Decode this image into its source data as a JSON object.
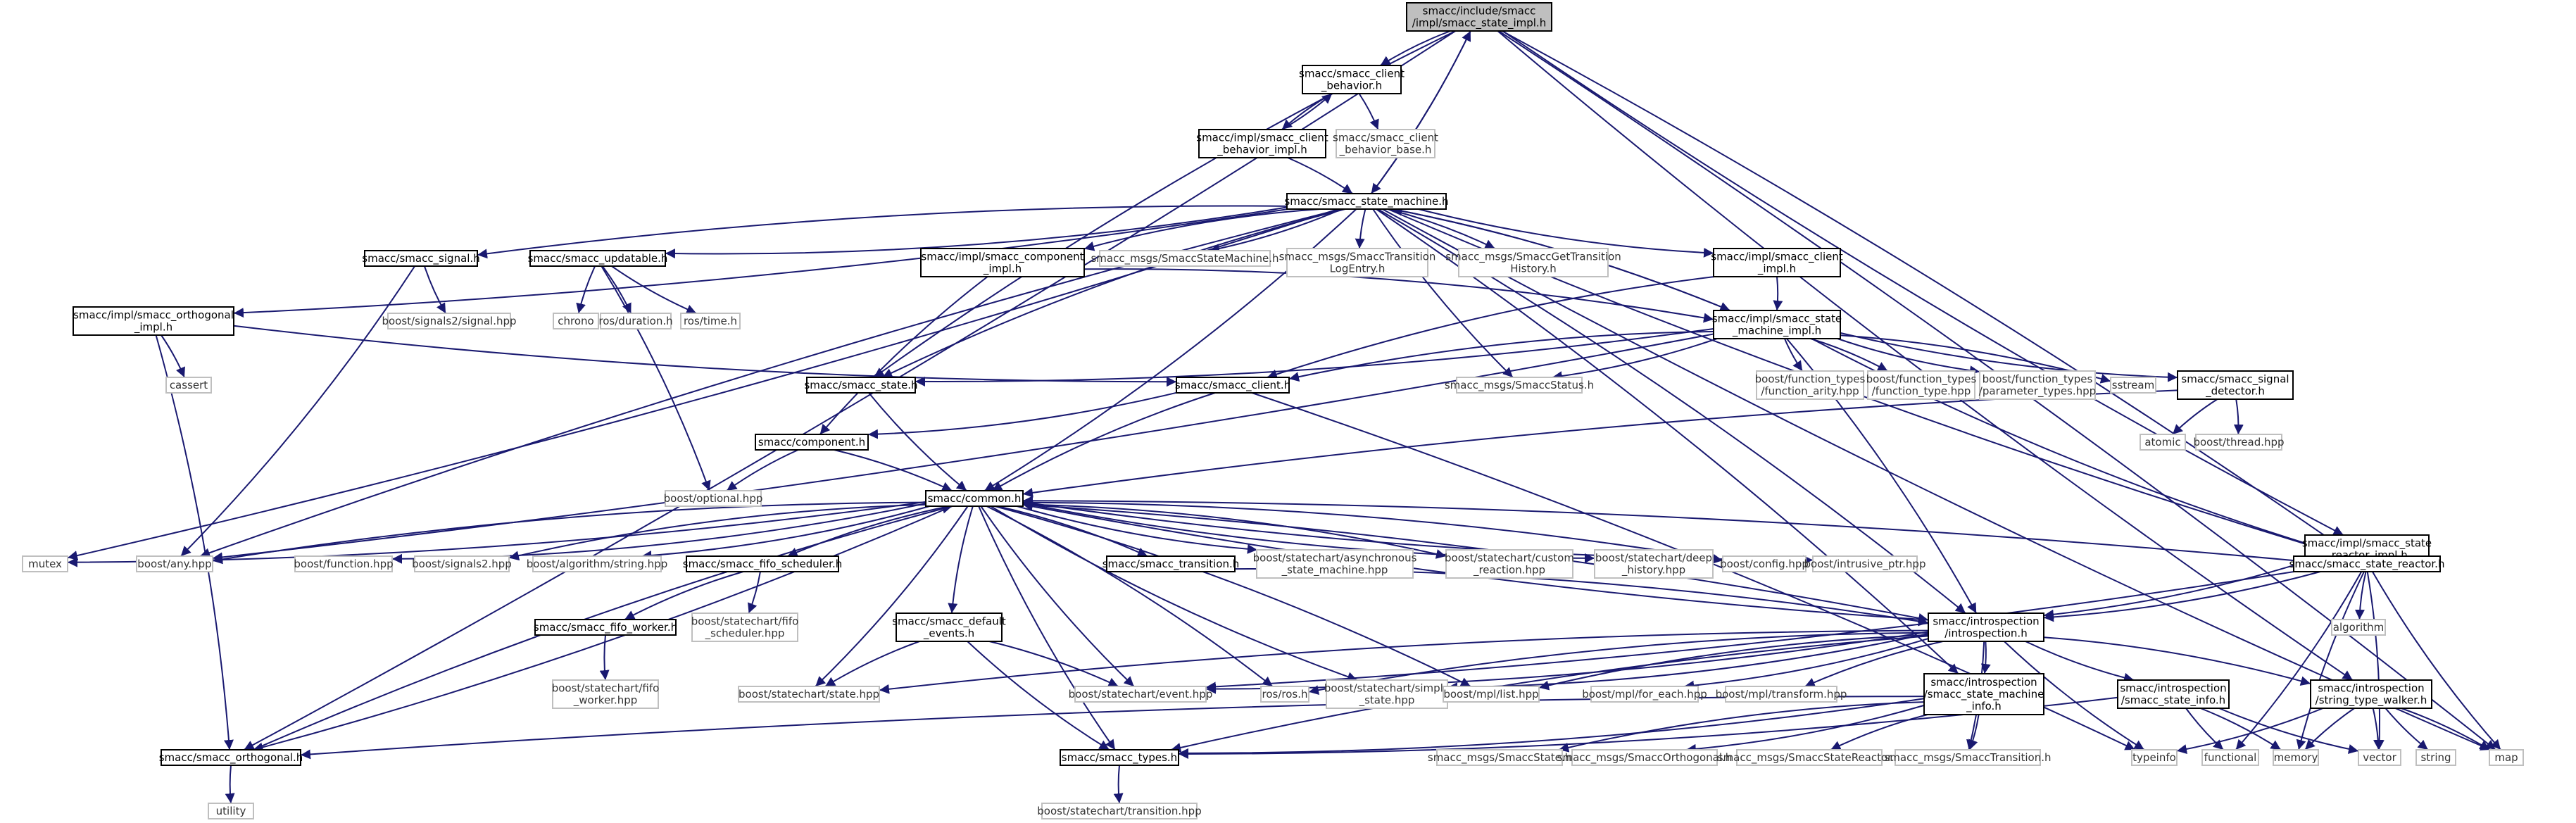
{
  "title": "smacc/include/smacc/impl/smacc_state_impl.h",
  "nodes": [
    {
      "id": "root",
      "lines": [
        "smacc/include/smacc",
        "/impl/smacc_state_impl.h"
      ],
      "kind": "root"
    },
    {
      "id": "client_behavior",
      "lines": [
        "smacc/smacc_client",
        "_behavior.h"
      ],
      "kind": "black"
    },
    {
      "id": "client_behavior_impl",
      "lines": [
        "smacc/impl/smacc_client",
        "_behavior_impl.h"
      ],
      "kind": "black"
    },
    {
      "id": "client_behavior_base",
      "lines": [
        "smacc/smacc_client",
        "_behavior_base.h"
      ],
      "kind": "gray"
    },
    {
      "id": "state_machine",
      "lines": [
        "smacc/smacc_state_machine.h"
      ],
      "kind": "black"
    },
    {
      "id": "orthogonal_impl",
      "lines": [
        "smacc/impl/smacc_orthogonal",
        "_impl.h"
      ],
      "kind": "black"
    },
    {
      "id": "signal",
      "lines": [
        "smacc/smacc_signal.h"
      ],
      "kind": "black"
    },
    {
      "id": "updatable",
      "lines": [
        "smacc/smacc_updatable.h"
      ],
      "kind": "black"
    },
    {
      "id": "component_impl",
      "lines": [
        "smacc/impl/smacc_component",
        "_impl.h"
      ],
      "kind": "black"
    },
    {
      "id": "msg_state_machine",
      "lines": [
        "smacc_msgs/SmaccStateMachine.h"
      ],
      "kind": "gray"
    },
    {
      "id": "msg_transition_log",
      "lines": [
        "smacc_msgs/SmaccTransition",
        "LogEntry.h"
      ],
      "kind": "gray"
    },
    {
      "id": "msg_get_transition",
      "lines": [
        "smacc_msgs/SmaccGetTransition",
        "History.h"
      ],
      "kind": "gray"
    },
    {
      "id": "client_impl",
      "lines": [
        "smacc/impl/smacc_client",
        "_impl.h"
      ],
      "kind": "black"
    },
    {
      "id": "cassert",
      "lines": [
        "cassert"
      ],
      "kind": "gray"
    },
    {
      "id": "signals2_signal",
      "lines": [
        "boost/signals2/signal.hpp"
      ],
      "kind": "gray"
    },
    {
      "id": "chrono",
      "lines": [
        "chrono"
      ],
      "kind": "gray"
    },
    {
      "id": "ros_duration",
      "lines": [
        "ros/duration.h"
      ],
      "kind": "gray"
    },
    {
      "id": "ros_time",
      "lines": [
        "ros/time.h"
      ],
      "kind": "gray"
    },
    {
      "id": "state_machine_impl",
      "lines": [
        "smacc/impl/smacc_state",
        "_machine_impl.h"
      ],
      "kind": "black"
    },
    {
      "id": "smacc_state",
      "lines": [
        "smacc/smacc_state.h"
      ],
      "kind": "black"
    },
    {
      "id": "smacc_client",
      "lines": [
        "smacc/smacc_client.h"
      ],
      "kind": "black"
    },
    {
      "id": "msg_status",
      "lines": [
        "smacc_msgs/SmaccStatus.h"
      ],
      "kind": "gray"
    },
    {
      "id": "ft_arity",
      "lines": [
        "boost/function_types",
        "/function_arity.hpp"
      ],
      "kind": "gray"
    },
    {
      "id": "ft_type",
      "lines": [
        "boost/function_types",
        "/function_type.hpp"
      ],
      "kind": "gray"
    },
    {
      "id": "ft_param",
      "lines": [
        "boost/function_types",
        "/parameter_types.hpp"
      ],
      "kind": "gray"
    },
    {
      "id": "sstream",
      "lines": [
        "sstream"
      ],
      "kind": "gray"
    },
    {
      "id": "signal_detector",
      "lines": [
        "smacc/smacc_signal",
        "_detector.h"
      ],
      "kind": "black"
    },
    {
      "id": "atomic",
      "lines": [
        "atomic"
      ],
      "kind": "gray"
    },
    {
      "id": "boost_thread",
      "lines": [
        "boost/thread.hpp"
      ],
      "kind": "gray"
    },
    {
      "id": "component",
      "lines": [
        "smacc/component.h"
      ],
      "kind": "black"
    },
    {
      "id": "boost_optional",
      "lines": [
        "boost/optional.hpp"
      ],
      "kind": "gray"
    },
    {
      "id": "common",
      "lines": [
        "smacc/common.h"
      ],
      "kind": "black"
    },
    {
      "id": "state_reactor_impl",
      "lines": [
        "smacc/impl/smacc_state",
        "_reactor_impl.h"
      ],
      "kind": "black"
    },
    {
      "id": "state_reactor",
      "lines": [
        "smacc/smacc_state_reactor.h"
      ],
      "kind": "black"
    },
    {
      "id": "mutex",
      "lines": [
        "mutex"
      ],
      "kind": "gray"
    },
    {
      "id": "boost_any",
      "lines": [
        "boost/any.hpp"
      ],
      "kind": "gray"
    },
    {
      "id": "boost_function",
      "lines": [
        "boost/function.hpp"
      ],
      "kind": "gray"
    },
    {
      "id": "boost_signals2",
      "lines": [
        "boost/signals2.hpp"
      ],
      "kind": "gray"
    },
    {
      "id": "boost_algo_string",
      "lines": [
        "boost/algorithm/string.hpp"
      ],
      "kind": "gray"
    },
    {
      "id": "fifo_scheduler",
      "lines": [
        "smacc/smacc_fifo_scheduler.h"
      ],
      "kind": "black"
    },
    {
      "id": "smacc_transition",
      "lines": [
        "smacc/smacc_transition.h"
      ],
      "kind": "black"
    },
    {
      "id": "sc_async",
      "lines": [
        "boost/statechart/asynchronous",
        "_state_machine.hpp"
      ],
      "kind": "gray"
    },
    {
      "id": "sc_custom",
      "lines": [
        "boost/statechart/custom",
        "_reaction.hpp"
      ],
      "kind": "gray"
    },
    {
      "id": "sc_deep",
      "lines": [
        "boost/statechart/deep",
        "_history.hpp"
      ],
      "kind": "gray"
    },
    {
      "id": "boost_config",
      "lines": [
        "boost/config.hpp"
      ],
      "kind": "gray"
    },
    {
      "id": "boost_intrusive",
      "lines": [
        "boost/intrusive_ptr.hpp"
      ],
      "kind": "gray"
    },
    {
      "id": "algorithm",
      "lines": [
        "algorithm"
      ],
      "kind": "gray"
    },
    {
      "id": "fifo_worker",
      "lines": [
        "smacc/smacc_fifo_worker.h"
      ],
      "kind": "black"
    },
    {
      "id": "sc_fifo_sched",
      "lines": [
        "boost/statechart/fifo",
        "_scheduler.hpp"
      ],
      "kind": "gray"
    },
    {
      "id": "default_events",
      "lines": [
        "smacc/smacc_default",
        "_events.h"
      ],
      "kind": "black"
    },
    {
      "id": "introspection",
      "lines": [
        "smacc/introspection",
        "/introspection.h"
      ],
      "kind": "black"
    },
    {
      "id": "sc_fifo_worker",
      "lines": [
        "boost/statechart/fifo",
        "_worker.hpp"
      ],
      "kind": "gray"
    },
    {
      "id": "sc_state",
      "lines": [
        "boost/statechart/state.hpp"
      ],
      "kind": "gray"
    },
    {
      "id": "sc_event",
      "lines": [
        "boost/statechart/event.hpp"
      ],
      "kind": "gray"
    },
    {
      "id": "ros_ros",
      "lines": [
        "ros/ros.h"
      ],
      "kind": "gray"
    },
    {
      "id": "sc_simple_state",
      "lines": [
        "boost/statechart/simple",
        "_state.hpp"
      ],
      "kind": "gray"
    },
    {
      "id": "mpl_list",
      "lines": [
        "boost/mpl/list.hpp"
      ],
      "kind": "gray"
    },
    {
      "id": "mpl_foreach",
      "lines": [
        "boost/mpl/for_each.hpp"
      ],
      "kind": "gray"
    },
    {
      "id": "mpl_transform",
      "lines": [
        "boost/mpl/transform.hpp"
      ],
      "kind": "gray"
    },
    {
      "id": "sm_info",
      "lines": [
        "smacc/introspection",
        "/smacc_state_machine",
        "_info.h"
      ],
      "kind": "black"
    },
    {
      "id": "state_info",
      "lines": [
        "smacc/introspection",
        "/smacc_state_info.h"
      ],
      "kind": "black"
    },
    {
      "id": "string_type_walker",
      "lines": [
        "smacc/introspection",
        "/string_type_walker.h"
      ],
      "kind": "black"
    },
    {
      "id": "smacc_orthogonal",
      "lines": [
        "smacc/smacc_orthogonal.h"
      ],
      "kind": "black"
    },
    {
      "id": "smacc_types",
      "lines": [
        "smacc/smacc_types.h"
      ],
      "kind": "black"
    },
    {
      "id": "msg_state",
      "lines": [
        "smacc_msgs/SmaccState.h"
      ],
      "kind": "gray"
    },
    {
      "id": "msg_orthogonal",
      "lines": [
        "smacc_msgs/SmaccOrthogonal.h"
      ],
      "kind": "gray"
    },
    {
      "id": "msg_state_reactor",
      "lines": [
        "smacc_msgs/SmaccStateReactor.h"
      ],
      "kind": "gray"
    },
    {
      "id": "msg_transition",
      "lines": [
        "smacc_msgs/SmaccTransition.h"
      ],
      "kind": "gray"
    },
    {
      "id": "typeinfo",
      "lines": [
        "typeinfo"
      ],
      "kind": "gray"
    },
    {
      "id": "functional",
      "lines": [
        "functional"
      ],
      "kind": "gray"
    },
    {
      "id": "memory",
      "lines": [
        "memory"
      ],
      "kind": "gray"
    },
    {
      "id": "vector",
      "lines": [
        "vector"
      ],
      "kind": "gray"
    },
    {
      "id": "string",
      "lines": [
        "string"
      ],
      "kind": "gray"
    },
    {
      "id": "map",
      "lines": [
        "map"
      ],
      "kind": "gray"
    },
    {
      "id": "utility",
      "lines": [
        "utility"
      ],
      "kind": "gray"
    },
    {
      "id": "sc_transition",
      "lines": [
        "boost/statechart/transition.hpp"
      ],
      "kind": "gray"
    }
  ],
  "edges": [
    [
      "root",
      "client_behavior"
    ],
    [
      "root",
      "state_machine"
    ],
    [
      "root",
      "smacc_state"
    ],
    [
      "root",
      "smacc_orthogonal"
    ],
    [
      "root",
      "state_reactor_impl"
    ],
    [
      "root",
      "state_reactor"
    ],
    [
      "root",
      "string_type_walker"
    ],
    [
      "root",
      "map"
    ],
    [
      "client_behavior",
      "client_behavior_impl"
    ],
    [
      "client_behavior",
      "client_behavior_base"
    ],
    [
      "client_behavior_impl",
      "client_behavior"
    ],
    [
      "client_behavior_impl",
      "state_machine"
    ],
    [
      "state_machine",
      "root"
    ],
    [
      "state_machine",
      "mutex"
    ],
    [
      "state_machine",
      "boost_any"
    ],
    [
      "state_machine",
      "orthogonal_impl"
    ],
    [
      "state_machine",
      "signal"
    ],
    [
      "state_machine",
      "updatable"
    ],
    [
      "state_machine",
      "component_impl"
    ],
    [
      "state_machine",
      "msg_state_machine"
    ],
    [
      "state_machine",
      "msg_transition_log"
    ],
    [
      "state_machine",
      "msg_get_transition"
    ],
    [
      "state_machine",
      "client_impl"
    ],
    [
      "state_machine",
      "state_machine_impl"
    ],
    [
      "state_machine",
      "smacc_state"
    ],
    [
      "state_machine",
      "common"
    ],
    [
      "state_machine",
      "msg_status"
    ],
    [
      "state_machine",
      "introspection"
    ],
    [
      "state_machine",
      "state_reactor"
    ],
    [
      "state_machine",
      "sm_info"
    ],
    [
      "state_machine",
      "map"
    ],
    [
      "orthogonal_impl",
      "cassert"
    ],
    [
      "orthogonal_impl",
      "smacc_client"
    ],
    [
      "orthogonal_impl",
      "smacc_orthogonal"
    ],
    [
      "signal",
      "signals2_signal"
    ],
    [
      "signal",
      "boost_any"
    ],
    [
      "updatable",
      "chrono"
    ],
    [
      "updatable",
      "ros_duration"
    ],
    [
      "updatable",
      "ros_time"
    ],
    [
      "updatable",
      "boost_optional"
    ],
    [
      "component_impl",
      "component"
    ],
    [
      "component_impl",
      "state_machine_impl"
    ],
    [
      "client_impl",
      "smacc_client"
    ],
    [
      "client_impl",
      "state_machine_impl"
    ],
    [
      "state_machine_impl",
      "state_machine"
    ],
    [
      "state_machine_impl",
      "smacc_state"
    ],
    [
      "state_machine_impl",
      "smacc_client"
    ],
    [
      "state_machine_impl",
      "msg_status"
    ],
    [
      "state_machine_impl",
      "ft_arity"
    ],
    [
      "state_machine_impl",
      "ft_type"
    ],
    [
      "state_machine_impl",
      "ft_param"
    ],
    [
      "state_machine_impl",
      "sstream"
    ],
    [
      "state_machine_impl",
      "signal_detector"
    ],
    [
      "state_machine_impl",
      "introspection"
    ],
    [
      "state_machine_impl",
      "state_reactor"
    ],
    [
      "state_machine_impl",
      "boost_any"
    ],
    [
      "smacc_state",
      "common"
    ],
    [
      "smacc_client",
      "component"
    ],
    [
      "smacc_client",
      "common"
    ],
    [
      "smacc_client",
      "typeinfo"
    ],
    [
      "signal_detector",
      "atomic"
    ],
    [
      "signal_detector",
      "boost_thread"
    ],
    [
      "signal_detector",
      "common"
    ],
    [
      "component",
      "common"
    ],
    [
      "component",
      "boost_optional"
    ],
    [
      "common",
      "mutex"
    ],
    [
      "common",
      "boost_any"
    ],
    [
      "common",
      "boost_function"
    ],
    [
      "common",
      "boost_signals2"
    ],
    [
      "common",
      "boost_algo_string"
    ],
    [
      "common",
      "fifo_scheduler"
    ],
    [
      "common",
      "smacc_transition"
    ],
    [
      "common",
      "sc_async"
    ],
    [
      "common",
      "sc_custom"
    ],
    [
      "common",
      "sc_deep"
    ],
    [
      "common",
      "boost_config"
    ],
    [
      "common",
      "boost_intrusive"
    ],
    [
      "common",
      "introspection"
    ],
    [
      "common",
      "default_events"
    ],
    [
      "common",
      "sc_state"
    ],
    [
      "common",
      "sc_event"
    ],
    [
      "common",
      "ros_ros"
    ],
    [
      "common",
      "sc_simple_state"
    ],
    [
      "common",
      "mpl_list"
    ],
    [
      "common",
      "smacc_types"
    ],
    [
      "common",
      "smacc_orthogonal"
    ],
    [
      "state_reactor_impl",
      "state_reactor"
    ],
    [
      "state_reactor_impl",
      "introspection"
    ],
    [
      "state_reactor",
      "common"
    ],
    [
      "state_reactor",
      "introspection"
    ],
    [
      "state_reactor",
      "algorithm"
    ],
    [
      "state_reactor",
      "functional"
    ],
    [
      "state_reactor",
      "memory"
    ],
    [
      "state_reactor",
      "vector"
    ],
    [
      "state_reactor",
      "map"
    ],
    [
      "state_reactor",
      "sc_event"
    ],
    [
      "fifo_scheduler",
      "fifo_worker"
    ],
    [
      "fifo_scheduler",
      "sc_fifo_sched"
    ],
    [
      "fifo_worker",
      "sc_fifo_worker"
    ],
    [
      "smacc_transition",
      "introspection"
    ],
    [
      "default_events",
      "sc_state"
    ],
    [
      "default_events",
      "sc_event"
    ],
    [
      "default_events",
      "smacc_types"
    ],
    [
      "introspection",
      "common"
    ],
    [
      "introspection",
      "sc_state"
    ],
    [
      "introspection",
      "sc_event"
    ],
    [
      "introspection",
      "ros_ros"
    ],
    [
      "introspection",
      "sc_simple_state"
    ],
    [
      "introspection",
      "mpl_list"
    ],
    [
      "introspection",
      "mpl_foreach"
    ],
    [
      "introspection",
      "mpl_transform"
    ],
    [
      "introspection",
      "sm_info"
    ],
    [
      "introspection",
      "state_info"
    ],
    [
      "introspection",
      "string_type_walker"
    ],
    [
      "introspection",
      "typeinfo"
    ],
    [
      "introspection",
      "msg_transition"
    ],
    [
      "introspection",
      "smacc_types"
    ],
    [
      "sm_info",
      "smacc_types"
    ],
    [
      "sm_info",
      "msg_state"
    ],
    [
      "sm_info",
      "msg_orthogonal"
    ],
    [
      "sm_info",
      "msg_state_reactor"
    ],
    [
      "sm_info",
      "msg_transition"
    ],
    [
      "sm_info",
      "smacc_orthogonal"
    ],
    [
      "state_info",
      "smacc_types"
    ],
    [
      "state_info",
      "functional"
    ],
    [
      "state_info",
      "memory"
    ],
    [
      "state_info",
      "vector"
    ],
    [
      "string_type_walker",
      "typeinfo"
    ],
    [
      "string_type_walker",
      "memory"
    ],
    [
      "string_type_walker",
      "vector"
    ],
    [
      "string_type_walker",
      "string"
    ],
    [
      "string_type_walker",
      "map"
    ],
    [
      "smacc_orthogonal",
      "utility"
    ],
    [
      "smacc_orthogonal",
      "common"
    ],
    [
      "smacc_types",
      "sc_transition"
    ]
  ]
}
